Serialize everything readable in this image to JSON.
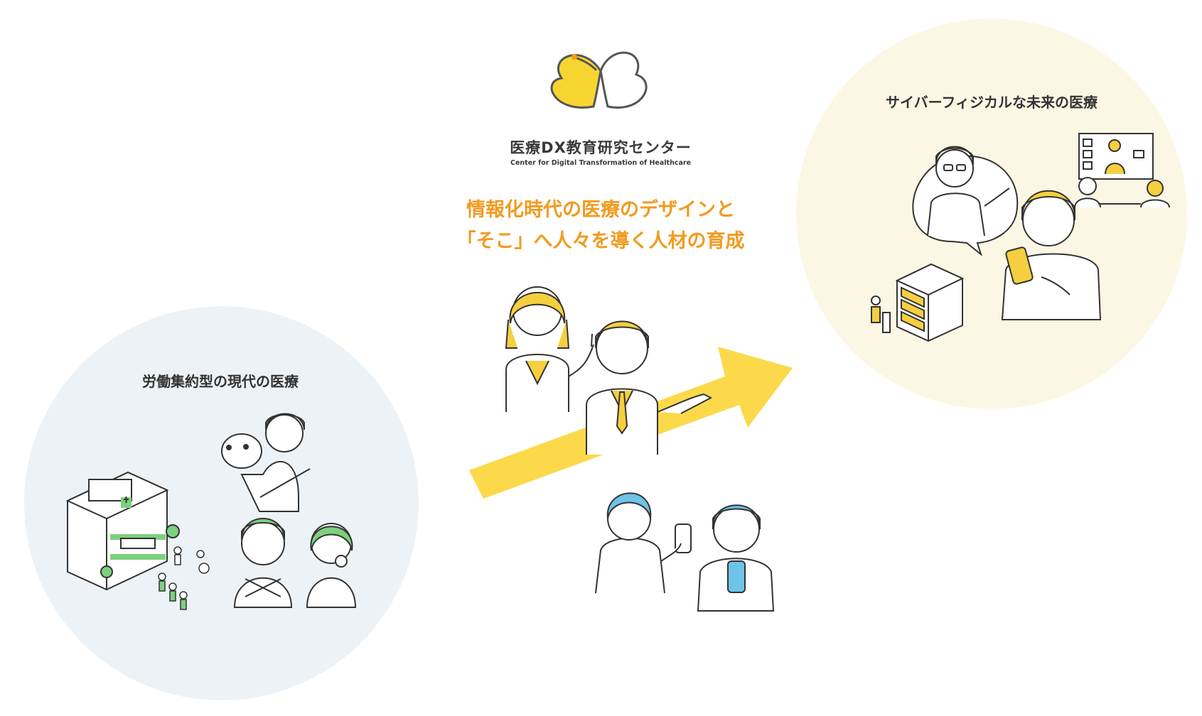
{
  "left_panel": {
    "label": "労働集約型の現代の医療"
  },
  "right_panel": {
    "label": "サイバーフィジカルな未来の医療"
  },
  "logo": {
    "name": "医療DX教育研究センター",
    "subtitle": "Center for Digital Transformation of Healthcare"
  },
  "tagline": {
    "line1": "情報化時代の医療のデザインと",
    "line2": "「そこ」へ人々を導く人材の育成"
  },
  "colors": {
    "accent_orange": "#f29a1f",
    "arrow_yellow": "#fbd94a",
    "left_bg": "#edf2f6",
    "right_bg": "#fcf7e4",
    "green_hair": "#7dd07f",
    "blue_hair": "#6ec3e8",
    "yellow_hair": "#f6cf3f"
  },
  "icons": [
    "butterfly-logo-icon",
    "hospital-building-icon",
    "server-rack-icon",
    "smartphone-icon",
    "video-conference-icon",
    "growth-arrow-icon"
  ]
}
